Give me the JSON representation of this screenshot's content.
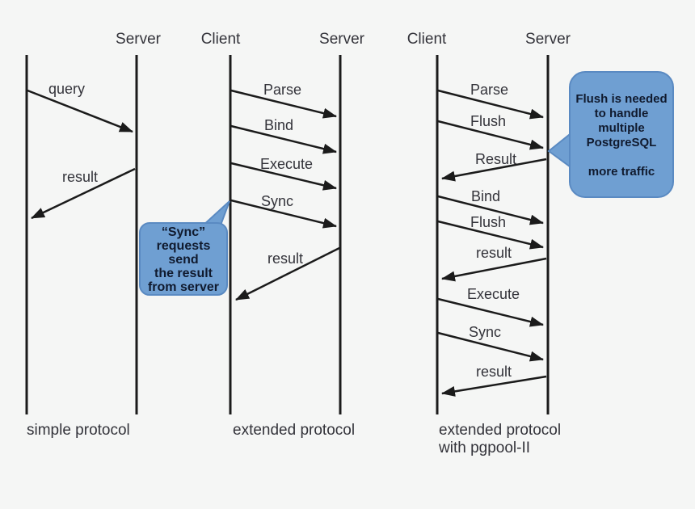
{
  "colors": {
    "background": "#f5f6f5",
    "line": "#1b1b1b",
    "label_text": "#33333a",
    "bubble_fill": "#6f9fd2",
    "bubble_border": "#5a8ac2",
    "bubble_text": "#101a2e"
  },
  "simple": {
    "caption": "simple protocol",
    "server_label": "Server",
    "messages": {
      "query": "query",
      "result": "result"
    }
  },
  "extended": {
    "caption": "extended protocol",
    "client_label": "Client",
    "server_label": "Server",
    "messages": {
      "parse": "Parse",
      "bind": "Bind",
      "execute": "Execute",
      "sync": "Sync",
      "result": "result"
    },
    "note_lines": [
      "“Sync”",
      "requests",
      "send",
      "the result",
      "from server"
    ]
  },
  "pgpool": {
    "caption_line1": "extended protocol",
    "caption_line2": "with pgpool-II",
    "client_label": "Client",
    "server_label": "Server",
    "messages": {
      "parse": "Parse",
      "flush1": "Flush",
      "result1": "Result",
      "bind": "Bind",
      "flush2": "Flush",
      "result2": "result",
      "execute": "Execute",
      "sync": "Sync",
      "result3": "result"
    },
    "note_lines": [
      "Flush is needed",
      "to handle",
      "multiple",
      "PostgreSQL",
      " ",
      "more traffic"
    ]
  }
}
